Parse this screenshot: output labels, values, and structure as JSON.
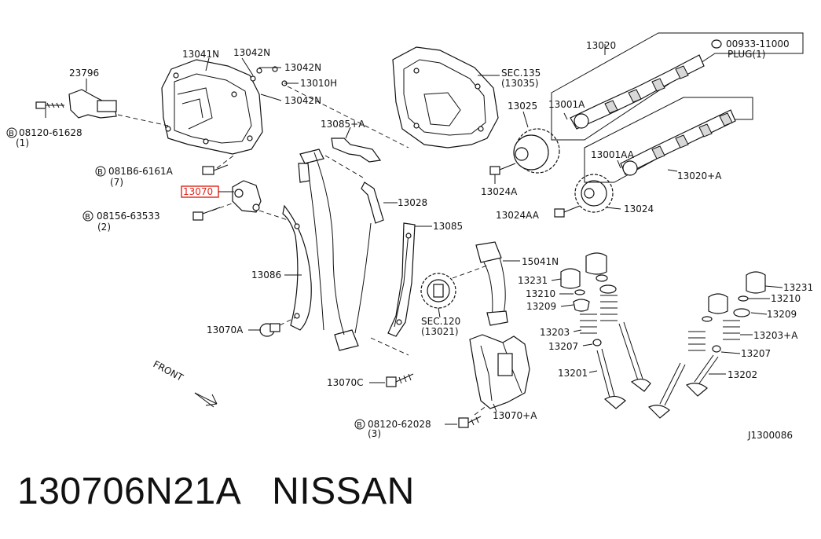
{
  "caption": "130706N21A   NISSAN",
  "diagram_code": "J1300086",
  "front_label": "FRONT",
  "callouts": {
    "c23796": "23796",
    "c13041N": "13041N",
    "c13042N_a": "13042N",
    "c13042N_b": "13042N",
    "c13010H": "13010H",
    "c13042N_c": "13042N",
    "c08120_61628": "08120-61628",
    "c08120_61628_qty": "(1)",
    "c081B6_6161A": "081B6-6161A",
    "c081B6_6161A_qty": "(7)",
    "c13070": "13070",
    "c08156_63533": "08156-63533",
    "c08156_63533_qty": "(2)",
    "c13086": "13086",
    "c13070A": "13070A",
    "c13085A": "13085+A",
    "c13028": "13028",
    "c13085": "13085",
    "c15041N": "15041N",
    "csec120": "SEC.120",
    "csec120_ref": "(13021)",
    "c13070C": "13070C",
    "c08120_62028": "08120-62028",
    "c08120_62028_qty": "(3)",
    "c13070A_plus": "13070+A",
    "csec135": "SEC.135",
    "csec135_ref": "(13035)",
    "c13025": "13025",
    "c13024A": "13024A",
    "c13024AA": "13024AA",
    "c13024": "13024",
    "c13020": "13020",
    "c00933_11000": "00933-11000",
    "cplug": "PLUG(1)",
    "c13001A": "13001A",
    "c13001AA": "13001AA",
    "c13020A": "13020+A",
    "c13231_l": "13231",
    "c13210_l": "13210",
    "c13209_l": "13209",
    "c13203_l": "13203",
    "c13207_l": "13207",
    "c13201": "13201",
    "c13231_r": "13231",
    "c13210_r": "13210",
    "c13209_r": "13209",
    "c13203A": "13203+A",
    "c13207_r": "13207",
    "c13202": "13202"
  },
  "bolt_marker": "B",
  "highlight_color": "#e2231a"
}
